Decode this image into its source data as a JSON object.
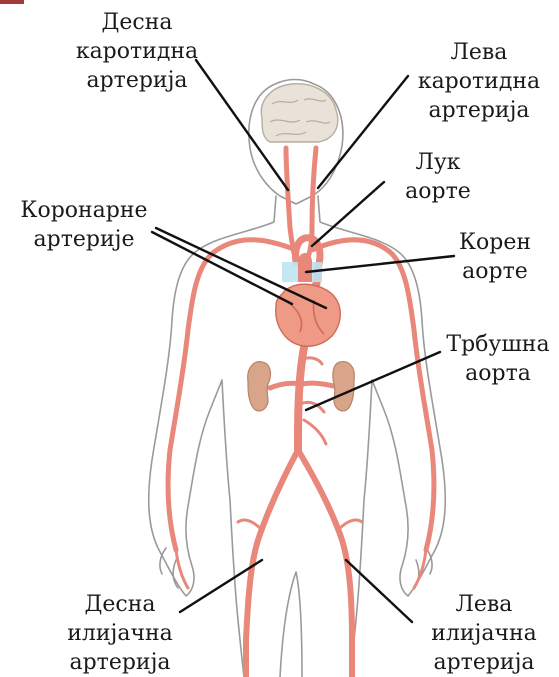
{
  "labels": {
    "right_carotid": [
      "Десна",
      "каротидна",
      "артерија"
    ],
    "left_carotid": [
      "Лева",
      "каротидна",
      "артерија"
    ],
    "aortic_arch": [
      "Лук",
      "аорте"
    ],
    "coronary": [
      "Коронарне",
      "артерије"
    ],
    "aortic_root": [
      "Корен",
      "аорте"
    ],
    "abdominal_aorta": [
      "Трбушна",
      "аорта"
    ],
    "right_iliac": [
      "Десна",
      "илијачна",
      "артерија"
    ],
    "left_iliac": [
      "Лева",
      "илијачна",
      "артерија"
    ]
  },
  "colors": {
    "artery": "#e8877a",
    "artery_dark": "#d4675a",
    "outline": "#9a9a9a",
    "heart": "#ef9a86",
    "kidney": "#d9a58a",
    "brain": "#e9e2d8",
    "aorta_highlight": "#bfe3f2",
    "leader": "#111111",
    "corner_mark": "#a33a3a"
  }
}
